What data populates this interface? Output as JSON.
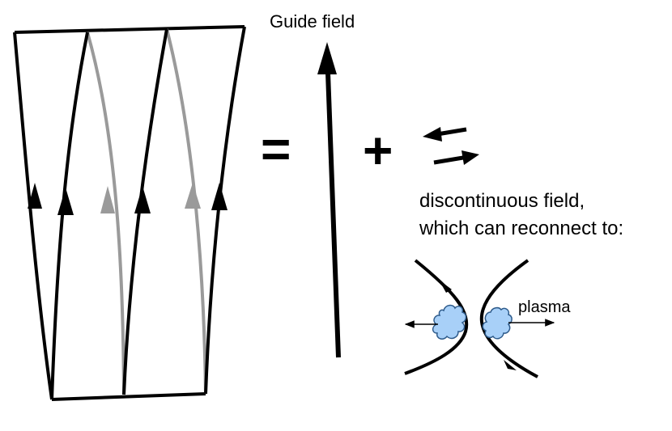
{
  "labels": {
    "guide_field": "Guide field",
    "equals": "=",
    "plus": "+",
    "desc_line1": "discontinuous  field,",
    "desc_line2": "which can reconnect to:",
    "plasma": "plasma"
  },
  "colors": {
    "line_dark": "#000000",
    "line_gray": "#9a9a9a",
    "plasma_fill": "#a8d0f8",
    "plasma_stroke": "#2d5a8a"
  }
}
